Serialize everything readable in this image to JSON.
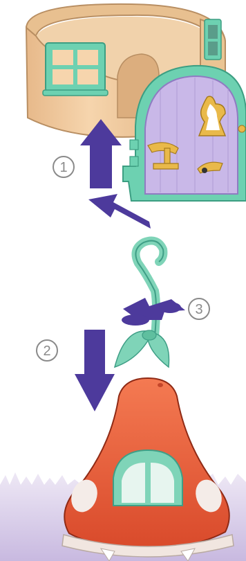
{
  "steps": [
    {
      "number": "1"
    },
    {
      "number": "2"
    },
    {
      "number": "3"
    }
  ],
  "colors": {
    "house_wall": "#f3cfa4",
    "window_frame": "#6dd1b1",
    "door_panel": "#c9b8e8",
    "door_handle": "#e9b94a",
    "arrow": "#4d3a9c",
    "mushroom_cap": "#e4593a",
    "hook_part": "#7fd4b8",
    "grass": "#d7cbe8"
  },
  "icons": {
    "house_top": "treehouse-upper-part",
    "door": "arched-door-part",
    "hook": "hook-stem-part",
    "mushroom": "mushroom-house-base"
  }
}
